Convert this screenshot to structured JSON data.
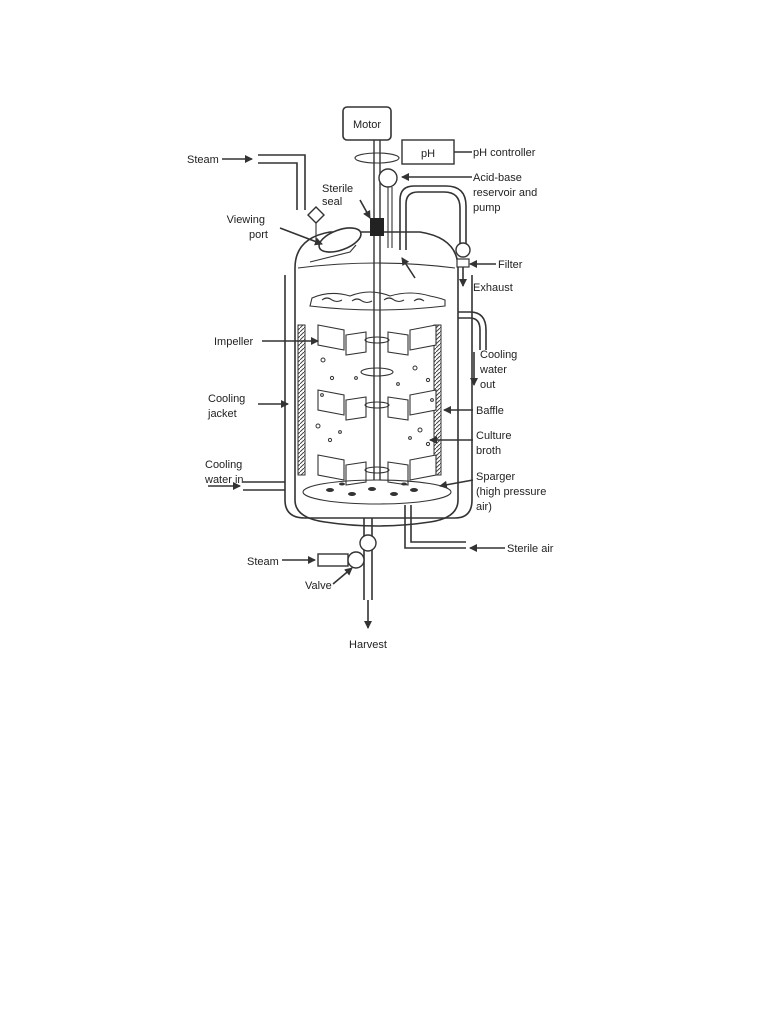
{
  "labels": {
    "motor": "Motor",
    "ph": "pH",
    "ph_controller": "pH controller",
    "steam_top": "Steam",
    "sterile_seal": [
      "Sterile",
      "seal"
    ],
    "acid_base": [
      "Acid-base",
      "reservoir and",
      "pump"
    ],
    "viewing_port": [
      "Viewing",
      "port"
    ],
    "filter": "Filter",
    "exhaust": "Exhaust",
    "impeller": "Impeller",
    "cooling_water_out": [
      "Cooling",
      "water",
      "out"
    ],
    "cooling_jacket": [
      "Cooling",
      "jacket"
    ],
    "baffle": "Baffle",
    "culture_broth": [
      "Culture",
      "broth"
    ],
    "cooling_water_in": [
      "Cooling",
      "water in"
    ],
    "sparger": [
      "Sparger",
      "(high pressure",
      "air)"
    ],
    "steam_bottom": "Steam",
    "sterile_air": "Sterile air",
    "valve": "Valve",
    "harvest": "Harvest"
  }
}
